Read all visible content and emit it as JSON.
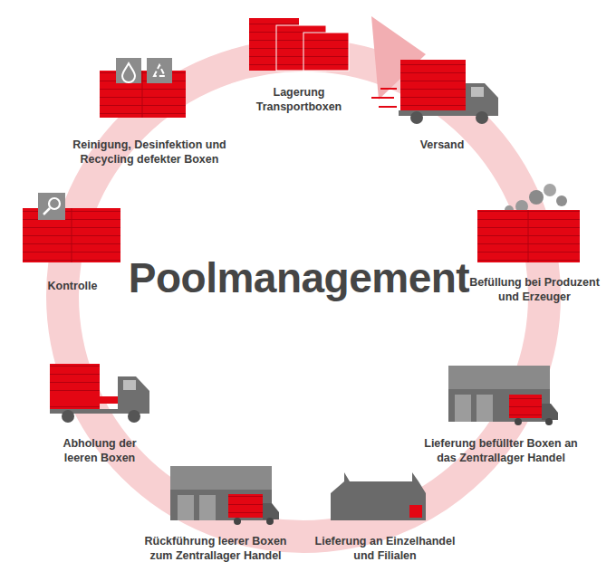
{
  "diagram": {
    "title": "Poolmanagement",
    "nodes": [
      {
        "text": [
          "Lagerung Transportboxen"
        ]
      },
      {
        "text": [
          "Versand"
        ]
      },
      {
        "text": [
          "Befüllung bei Produzent und Erzeuger"
        ]
      },
      {
        "text": [
          "Lieferung befüllter Boxen an das Zentrallager Handel"
        ]
      },
      {
        "text": [
          "Lieferung an Einzelhandel und Filialen"
        ]
      },
      {
        "text": [
          "Rückführung leerer Boxen zum Zentrallager Handel"
        ]
      },
      {
        "text": [
          "Abholung der leeren Boxen"
        ]
      },
      {
        "text": [
          "Kontrolle"
        ]
      },
      {
        "text": [
          "Reinigung, Desinfektion und Recycling defekter Boxen"
        ]
      }
    ]
  }
}
